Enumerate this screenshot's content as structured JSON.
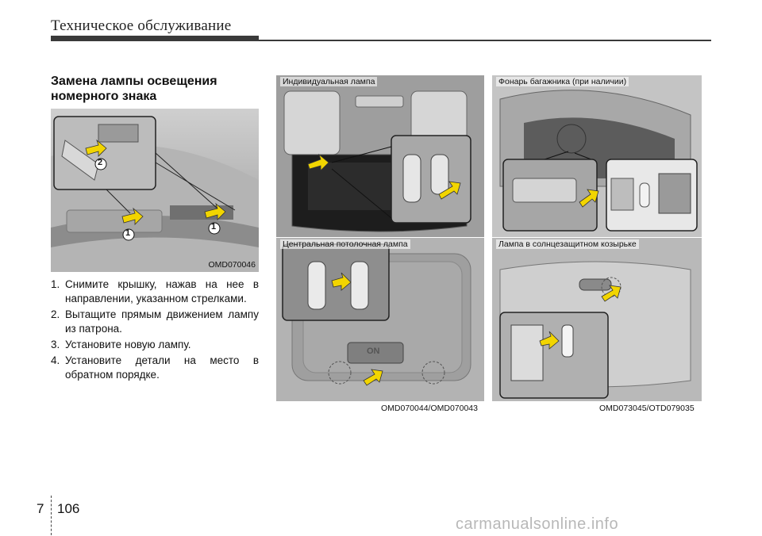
{
  "header": {
    "title": "Техническое обслуживание"
  },
  "section": {
    "title": "Замена лампы освещения номерного знака"
  },
  "figures": {
    "license_plate": {
      "code": "OMD070046",
      "callouts": [
        "2",
        "1",
        "1"
      ]
    },
    "individual_lamp": {
      "caption": "Индивидуальная лампа"
    },
    "central_lamp": {
      "caption": "Центральная потолочная лампа",
      "button_label": "ON"
    },
    "trunk_lamp": {
      "caption": "Фонарь багажника (при наличии)"
    },
    "visor_lamp": {
      "caption": "Лампа в солнцезащитном козырьке"
    },
    "middle_code": "OMD070044/OMD070043",
    "right_code": "OMD073045/OTD079035"
  },
  "steps": [
    {
      "num": "1.",
      "text": "Снимите крышку, нажав на нее в направлении, указанном стрелками."
    },
    {
      "num": "2.",
      "text": "Вытащите прямым движением лампу из патрона."
    },
    {
      "num": "3.",
      "text": "Установите новую лампу."
    },
    {
      "num": "4.",
      "text": "Установите детали на место в обратном порядке."
    }
  ],
  "footer": {
    "chapter": "7",
    "page": "106"
  },
  "watermark": "carmanualsonline.info",
  "colors": {
    "arrow_yellow": "#f2d500",
    "panel_gray": "#bdbdbd",
    "rule_dark": "#3a3a3a"
  }
}
